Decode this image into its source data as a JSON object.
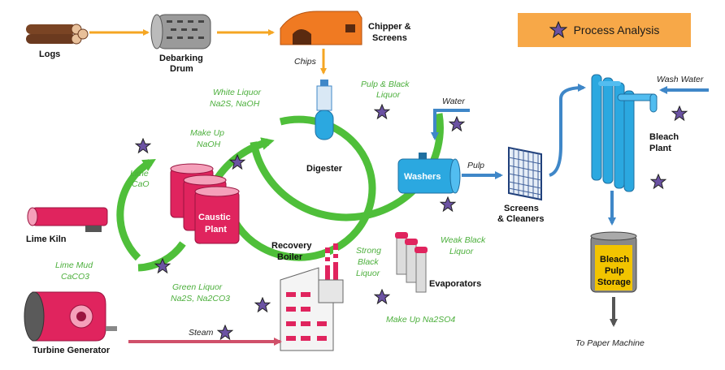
{
  "legend": {
    "label": "Process Analysis",
    "icon": "star-icon",
    "color": "#f7a848",
    "star_color": "#6b52a3"
  },
  "labels": {
    "logs": "Logs",
    "debarking_1": "Debarking",
    "debarking_2": "Drum",
    "chipper_1": "Chipper &",
    "chipper_2": "Screens",
    "chips": "Chips",
    "digester": "Digester",
    "white_liquor_1": "White Liquor",
    "white_liquor_2": "Na2S, NaOH",
    "pulp_black_1": "Pulp & Black",
    "pulp_black_2": "Liquor",
    "water": "Water",
    "washers": "Washers",
    "pulp": "Pulp",
    "screens_1": "Screens",
    "screens_2": "& Cleaners",
    "wash_water": "Wash Water",
    "bleach_1": "Bleach",
    "bleach_2": "Plant",
    "makeup_1": "Make Up",
    "makeup_2": "NaOH",
    "lime_1": "Lime",
    "lime_2": "CaO",
    "caustic_1": "Caustic",
    "caustic_2": "Plant",
    "lime_kiln": "Lime Kiln",
    "recovery_1": "Recovery",
    "recovery_2": "Boiler",
    "strong_1": "Strong",
    "strong_2": "Black",
    "strong_3": "Liquor",
    "weak_1": "Weak Black",
    "weak_2": "Liquor",
    "evaporators": "Evaporators",
    "lime_mud_1": "Lime Mud",
    "lime_mud_2": "CaCO3",
    "green_1": "Green Liquor",
    "green_2": "Na2S, Na2CO3",
    "makeup_na2so4": "Make Up Na2SO4",
    "steam": "Steam",
    "turbine": "Turbine Generator",
    "storage_1": "Bleach",
    "storage_2": "Pulp",
    "storage_3": "Storage",
    "paper_machine": "To Paper Machine"
  },
  "colors": {
    "green": "#4fbf3a",
    "orange": "#f5a623",
    "blue": "#3f87c8",
    "pink": "#e0245e",
    "steam": "#d0506a",
    "washer_blue": "#2ba8e0",
    "storage_yellow": "#f2c400",
    "gray": "#666666"
  }
}
